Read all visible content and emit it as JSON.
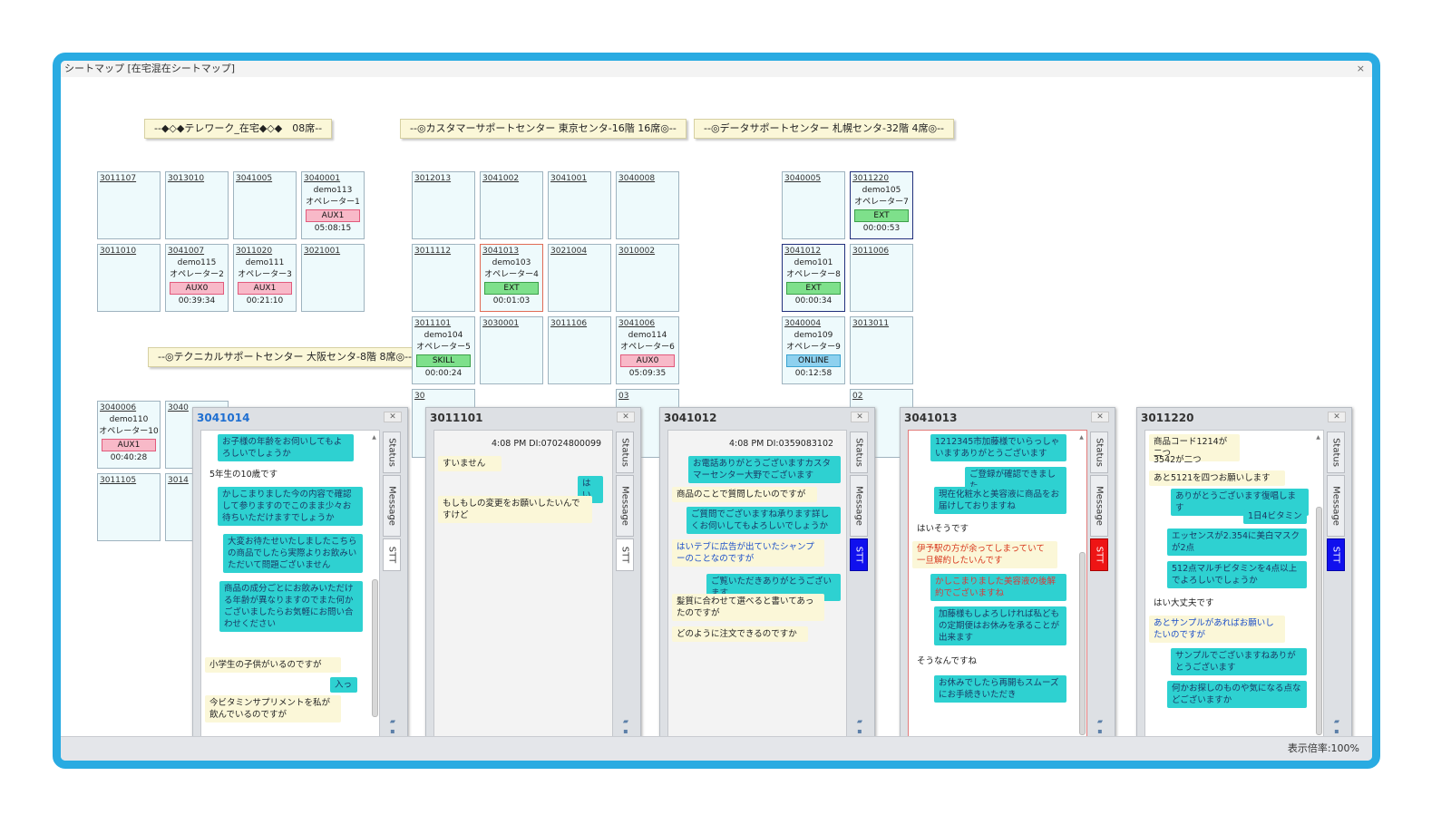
{
  "window": {
    "title": "シートマップ [在宅混在シートマップ]",
    "close": "×"
  },
  "status": {
    "zoom": "表示倍率:100%"
  },
  "groups": [
    {
      "label": "--◆◇◆テレワーク_在宅◆◇◆　08席--"
    },
    {
      "label": "--◎カスタマーサポートセンター 東京センタ-16階 16席◎--"
    },
    {
      "label": "--◎データサポートセンター 札幌センタ-32階 4席◎--"
    },
    {
      "label": "--◎テクニカルサポートセンター 大阪センタ-8階 8席◎--"
    }
  ],
  "seats": [
    {
      "id": "3011107"
    },
    {
      "id": "3013010"
    },
    {
      "id": "3041005"
    },
    {
      "id": "3040001",
      "user": "demo113",
      "operator": "オペレーター1",
      "state": "AUX1",
      "time": "05:08:15"
    },
    {
      "id": "3011010"
    },
    {
      "id": "3041007",
      "user": "demo115",
      "operator": "オペレーター2",
      "state": "AUX0",
      "time": "00:39:34"
    },
    {
      "id": "3011020",
      "user": "demo111",
      "operator": "オペレーター3",
      "state": "AUX1",
      "time": "00:21:10"
    },
    {
      "id": "3021001"
    },
    {
      "id": "3012013"
    },
    {
      "id": "3041002"
    },
    {
      "id": "3041001"
    },
    {
      "id": "3040008"
    },
    {
      "id": "3011112"
    },
    {
      "id": "3041013",
      "user": "demo103",
      "operator": "オペレーター4",
      "state": "EXT",
      "time": "00:01:03"
    },
    {
      "id": "3021004"
    },
    {
      "id": "3010002"
    },
    {
      "id": "3011101",
      "user": "demo104",
      "operator": "オペレーター5",
      "state": "SKILL",
      "time": "00:00:24"
    },
    {
      "id": "3030001"
    },
    {
      "id": "3011106"
    },
    {
      "id": "3041006",
      "user": "demo114",
      "operator": "オペレーター6",
      "state": "AUX0",
      "time": "05:09:35"
    },
    {
      "id": "3040005"
    },
    {
      "id": "3011220",
      "user": "demo105",
      "operator": "オペレーター7",
      "state": "EXT",
      "time": "00:00:53"
    },
    {
      "id": "3041012",
      "user": "demo101",
      "operator": "オペレーター8",
      "state": "EXT",
      "time": "00:00:34"
    },
    {
      "id": "3011006"
    },
    {
      "id": "3040004",
      "user": "demo109",
      "operator": "オペレーター9",
      "state": "ONLINE",
      "time": "00:12:58"
    },
    {
      "id": "3013011"
    },
    {
      "id": "3040006",
      "user": "demo110",
      "operator": "オペレーター10",
      "state": "AUX1",
      "time": "00:40:28"
    },
    {
      "id": "3040"
    },
    {
      "id": "3011105"
    },
    {
      "id": "3014"
    },
    {
      "id": "30"
    },
    {
      "id": "03"
    },
    {
      "id": "02"
    }
  ],
  "tabs": {
    "status": "Status",
    "message": "Message",
    "stt": "STT"
  },
  "panels": [
    {
      "id": "3041014",
      "messages": [
        {
          "text": "お子様の年齢をお伺いしてもよろしいでしょうか"
        },
        {
          "text": "5年生の10歳です"
        },
        {
          "text": "かしこまりました今の内容で確認して参りますのでこのまま少々お待ちいただけますでしょうか"
        },
        {
          "text": "大変お待たせいたしましたこちらの商品でしたら実際よりお飲みいただいて問題ございません"
        },
        {
          "text": "商品の成分ごとにお飲みいただける年齢が異なりますのでまた何かございましたらお気軽にお問い合わせください"
        },
        {
          "text": "小学生の子供がいるのですが"
        },
        {
          "text": "入っ"
        },
        {
          "text": "今ビタミンサプリメントを私が飲んでいるのですが"
        }
      ]
    },
    {
      "id": "3011101",
      "messages": [
        {
          "text": "4:08 PM DI:07024800099"
        },
        {
          "text": "すいません"
        },
        {
          "text": "はい"
        },
        {
          "text": "もしもしの変更をお願いしたいんですけど"
        }
      ]
    },
    {
      "id": "3041012",
      "messages": [
        {
          "text": "4:08 PM DI:0359083102"
        },
        {
          "text": "お電話ありがとうございますカスタマーセンター大野でございます"
        },
        {
          "text": "商品のことで質問したいのですが"
        },
        {
          "text": "ご質問でございますね承ります詳しくお伺いしてもよろしいでしょうか"
        },
        {
          "text": "はいテブに広告が出ていたシャンプーのことなのですが"
        },
        {
          "text": "ご覧いただきありがとうございます"
        },
        {
          "text": "髪質に合わせて選べると書いてあったのですが"
        },
        {
          "text": "どのように注文できるのですか"
        }
      ]
    },
    {
      "id": "3041013",
      "messages": [
        {
          "text": "1212345市加藤様でいらっしゃいますありがとうございます"
        },
        {
          "text": "ご登録が確認できました"
        },
        {
          "text": "現在化粧水と美容液に商品をお届けしておりますね"
        },
        {
          "text": "はいそうです"
        },
        {
          "text": "伊予駅の方が余ってしまっていて一旦解約したいんです"
        },
        {
          "text": "かしこまりました美容液の後解約でございますね"
        },
        {
          "text": "加藤様もしよろしければ私どもの定期便はお休みを承ることが出来ます"
        },
        {
          "text": "そうなんですね"
        },
        {
          "text": "お休みでしたら再開もスムーズにお手続きいただき"
        }
      ]
    },
    {
      "id": "3011220",
      "messages": [
        {
          "text": "商品コード1214が二つ"
        },
        {
          "text": "3542が二つ"
        },
        {
          "text": "あと5121を四つお願いします"
        },
        {
          "text": "ありがとうございます復唱します"
        },
        {
          "text": "1日4ビタミン"
        },
        {
          "text": "エッセンスが2.354に美白マスクが2点"
        },
        {
          "text": "512点マルチビタミンを4点以上でよろしいでしょうか"
        },
        {
          "text": "はい大丈夫です"
        },
        {
          "text": "あとサンプルがあればお願いしたいのですが"
        },
        {
          "text": "サンプルでございますねありがとうございます"
        },
        {
          "text": "何かお探しのものや気になる点などございますか"
        }
      ]
    }
  ],
  "colors": {
    "border": "#29abe2",
    "operator_bubble": "#2ed1d1",
    "customer_bubble": "#fbf7d8",
    "aux": "#f8b9c8",
    "ext": "#7ee08b",
    "online": "#8ed1ef",
    "stt_active_blue": "#1010ee",
    "stt_active_red": "#ee1515"
  },
  "icons": {
    "close": "close-icon",
    "phone": "phone-icon",
    "delete": "delete-icon",
    "up": "scroll-up-icon",
    "down": "scroll-down-icon"
  }
}
